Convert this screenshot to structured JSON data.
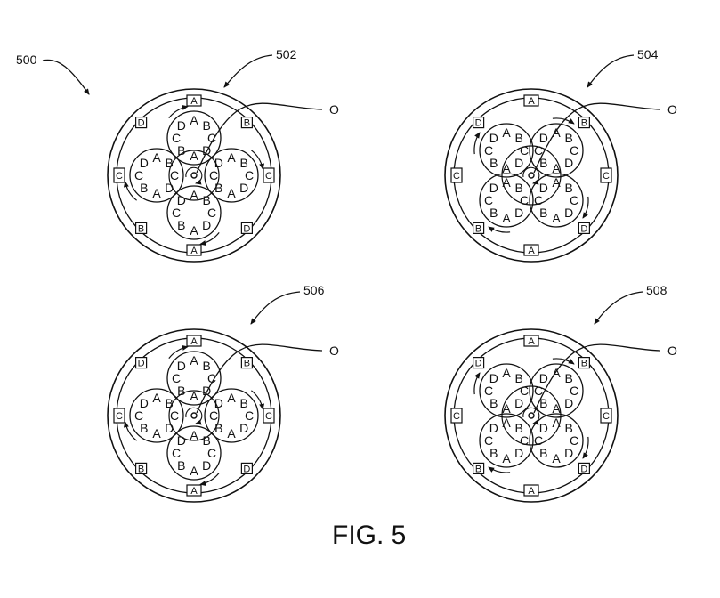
{
  "figure": {
    "caption": "FIG. 5",
    "ref_main": "500",
    "ref_origin": "O",
    "panels": [
      {
        "id": "502",
        "ref": "502",
        "slots": {
          "top": "A",
          "bottom": "A",
          "left": "C",
          "right": "C",
          "top_left": "D",
          "top_right": "B",
          "bottom_left": "B",
          "bottom_right": "D"
        },
        "circles": [
          {
            "labels": [
              "D",
              "A",
              "B",
              "C",
              "D",
              "A",
              "B",
              "C"
            ]
          },
          {
            "labels": [
              "D",
              "A",
              "B",
              "C",
              "D",
              "A",
              "B",
              "C"
            ]
          },
          {
            "labels": [
              "D",
              "A",
              "B",
              "C",
              "D",
              "A",
              "B",
              "C"
            ]
          },
          {
            "labels": [
              "D",
              "A",
              "B",
              "C",
              "D",
              "A",
              "B",
              "C"
            ]
          }
        ]
      },
      {
        "id": "504",
        "ref": "504",
        "slots": {
          "top": "A",
          "bottom": "A",
          "left": "C",
          "right": "C",
          "top_left": "D",
          "top_right": "B",
          "bottom_left": "B",
          "bottom_right": "D"
        },
        "circles": [
          {
            "labels": [
              "D",
              "A",
              "B",
              "C",
              "D",
              "A",
              "B",
              "C"
            ]
          },
          {
            "labels": [
              "D",
              "A",
              "B",
              "C",
              "D",
              "A",
              "B",
              "C"
            ]
          },
          {
            "labels": [
              "D",
              "A",
              "B",
              "C",
              "D",
              "A",
              "B",
              "C"
            ]
          },
          {
            "labels": [
              "D",
              "A",
              "B",
              "C",
              "D",
              "A",
              "B",
              "C"
            ]
          }
        ]
      },
      {
        "id": "506",
        "ref": "506",
        "slots": {
          "top": "A",
          "bottom": "A",
          "left": "C",
          "right": "C",
          "top_left": "D",
          "top_right": "B",
          "bottom_left": "B",
          "bottom_right": "D"
        },
        "circles": [
          {
            "labels": [
              "D",
              "A",
              "B",
              "C",
              "D",
              "A",
              "B",
              "C"
            ]
          },
          {
            "labels": [
              "D",
              "A",
              "B",
              "C",
              "D",
              "A",
              "B",
              "C"
            ]
          },
          {
            "labels": [
              "D",
              "A",
              "B",
              "C",
              "D",
              "A",
              "B",
              "C"
            ]
          },
          {
            "labels": [
              "D",
              "A",
              "B",
              "C",
              "D",
              "A",
              "B",
              "C"
            ]
          }
        ]
      },
      {
        "id": "508",
        "ref": "508",
        "slots": {
          "top": "A",
          "bottom": "A",
          "left": "C",
          "right": "C",
          "top_left": "D",
          "top_right": "B",
          "bottom_left": "B",
          "bottom_right": "D"
        },
        "circles": [
          {
            "labels": [
              "D",
              "A",
              "B",
              "C",
              "D",
              "A",
              "B",
              "C"
            ]
          },
          {
            "labels": [
              "D",
              "A",
              "B",
              "C",
              "D",
              "A",
              "B",
              "C"
            ]
          },
          {
            "labels": [
              "D",
              "A",
              "B",
              "C",
              "D",
              "A",
              "B",
              "C"
            ]
          },
          {
            "labels": [
              "D",
              "A",
              "B",
              "C",
              "D",
              "A",
              "B",
              "C"
            ]
          }
        ]
      }
    ]
  }
}
